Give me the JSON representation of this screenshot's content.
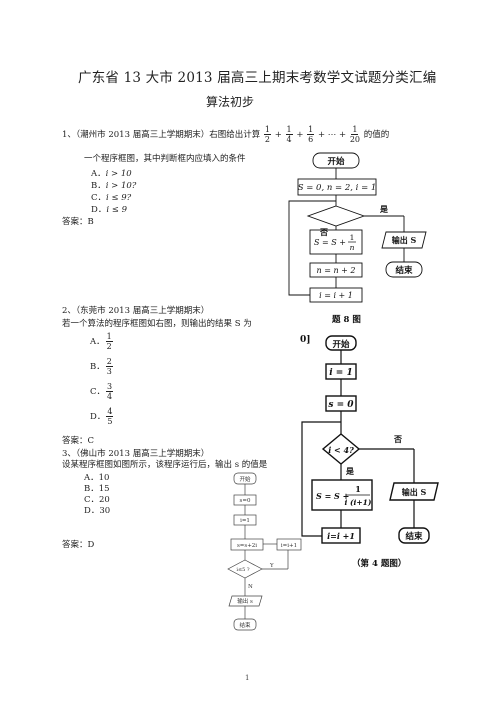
{
  "header": {
    "title": "广东省 13 大市 2013 届高三上期末考数学文试题分类汇编",
    "subtitle": "算法初步"
  },
  "q1": {
    "stem_prefix": "1、（潮州市 2013 届高三上学期期末）右图给出计算",
    "stem_suffix": "的值的",
    "stem_line2": "一个程序框图，其中判断框内应填入的条件",
    "series": [
      {
        "num": "1",
        "den": "2"
      },
      {
        "num": "1",
        "den": "4"
      },
      {
        "num": "1",
        "den": "6"
      },
      {
        "num": "1",
        "den": "20"
      }
    ],
    "series_plus": "+",
    "series_dots": "+ ⋯ +",
    "options": [
      {
        "label": "A．",
        "text": "i > 10"
      },
      {
        "label": "B．",
        "text": "i > 10?"
      },
      {
        "label": "C．",
        "text": "i ≤ 9?"
      },
      {
        "label": "D．",
        "text": "i ≤ 9"
      }
    ],
    "answer": "答案：B",
    "flow": {
      "start": "开始",
      "init": "S = 0, n = 2, i = 1",
      "yes": "是",
      "no": "否",
      "update_s_prefix": "S = S +",
      "update_s_num": "1",
      "update_s_den": "n",
      "output": "输出 S",
      "update_n": "n = n + 2",
      "end": "结束",
      "update_i": "i = i + 1",
      "caption": "题 8 图"
    }
  },
  "q2": {
    "stem": "2、（东莞市 2013 届高三上学期期末）",
    "stem_line2": "若一个算法的程序框图如右图，则输出的结果 S 为",
    "options": [
      {
        "label": "A．",
        "num": "1",
        "den": "2"
      },
      {
        "label": "B．",
        "num": "2",
        "den": "3"
      },
      {
        "label": "C．",
        "num": "3",
        "den": "4"
      },
      {
        "label": "D．",
        "num": "4",
        "den": "5"
      }
    ],
    "answer": "答案：C",
    "flow": {
      "corner": "0]",
      "start": "开始",
      "init_i": "i = 1",
      "init_s": "s = 0",
      "cond": "i < 4?",
      "no": "否",
      "yes": "是",
      "update_s_prefix": "S = S +",
      "update_s_num": "1",
      "update_s_den": "i (i+1)",
      "output": "输出 S",
      "update_i": "i=i +1",
      "end": "结束",
      "caption": "（第 4 题图）"
    }
  },
  "q3": {
    "stem": "3、（佛山市 2013 届高三上学期期末）",
    "stem_line2": "设某程序框图如图所示，该程序运行后，输出 s 的值是",
    "options": [
      {
        "label": "A．",
        "text": "10"
      },
      {
        "label": "B．",
        "text": "15"
      },
      {
        "label": "C．",
        "text": "20"
      },
      {
        "label": "D．",
        "text": "30"
      }
    ],
    "answer": "答案：D",
    "flow": {
      "start": "开始",
      "init_s": "s=0",
      "init_i": "i=1",
      "update_s": "s=s+2i",
      "update_i": "i=i+1",
      "cond": "i≤5 ?",
      "yes": "Y",
      "no": "N",
      "output": "输出 s",
      "end": "结束"
    }
  },
  "footer": {
    "page": "1"
  }
}
